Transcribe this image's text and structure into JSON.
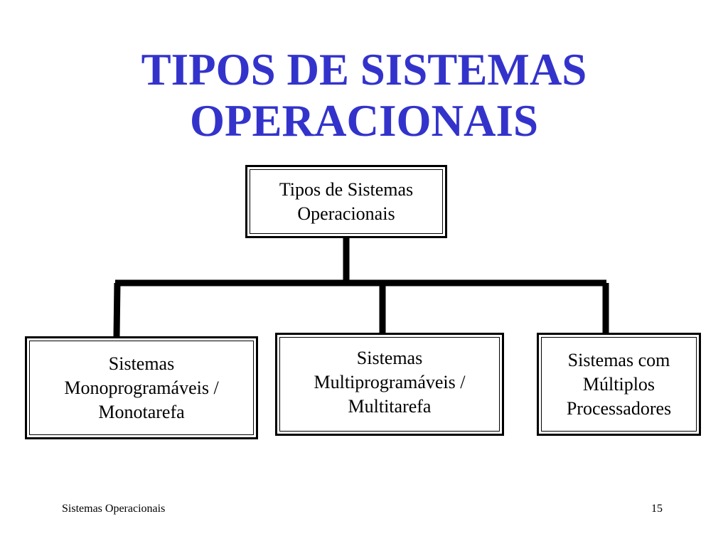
{
  "title": {
    "line1": "TIPOS DE SISTEMAS",
    "line2": "OPERACIONAIS",
    "color": "#3333cc"
  },
  "diagram": {
    "root": {
      "lines": [
        "Tipos de Sistemas",
        "Operacionais"
      ]
    },
    "children": [
      {
        "lines": [
          "Sistemas",
          "Monoprogramáveis /",
          "Monotarefa"
        ]
      },
      {
        "lines": [
          "Sistemas",
          "Multiprogramáveis /",
          "Multitarefa"
        ]
      },
      {
        "lines": [
          "Sistemas com",
          "Múltiplos",
          "Processadores"
        ]
      }
    ]
  },
  "footer": {
    "left": "Sistemas Operacionais",
    "page_number": "15"
  }
}
